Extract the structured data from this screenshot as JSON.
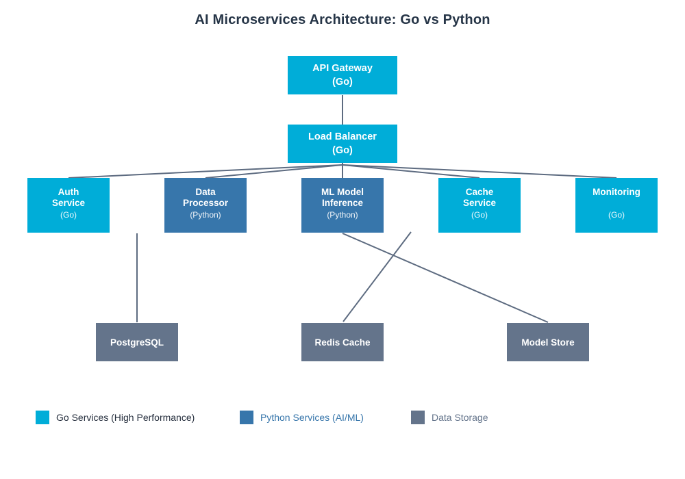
{
  "title": "AI Microservices Architecture: Go vs Python",
  "colors": {
    "go": "#00ADD8",
    "python": "#3776AB",
    "storage": "#64748B",
    "edge": "#5D6B80",
    "title_text": "#263547",
    "dark_text": "#252E3D"
  },
  "nodes": {
    "api_gateway": {
      "title": "API Gateway",
      "subtitle": "(Go)",
      "type": "go-service"
    },
    "load_balancer": {
      "title": "Load Balancer",
      "subtitle": "(Go)",
      "type": "go-service"
    },
    "auth_service": {
      "title": "Auth\nService",
      "subtitle": "(Go)",
      "type": "go-service"
    },
    "data_processor": {
      "title": "Data\nProcessor",
      "subtitle": "(Python)",
      "type": "python-service"
    },
    "ml_inference": {
      "title": "ML Model\nInference",
      "subtitle": "(Python)",
      "type": "python-service"
    },
    "cache_service": {
      "title": "Cache\nService",
      "subtitle": "(Go)",
      "type": "go-service"
    },
    "monitoring": {
      "title": "Monitoring",
      "subtitle": "(Go)",
      "type": "go-service"
    },
    "postgresql": {
      "title": "PostgreSQL",
      "type": "data-storage"
    },
    "redis_cache": {
      "title": "Redis Cache",
      "type": "data-storage"
    },
    "model_store": {
      "title": "Model Store",
      "type": "data-storage"
    }
  },
  "legend": [
    {
      "label": "Go Services (High Performance)",
      "color": "#00ADD8"
    },
    {
      "label": "Python Services (AI/ML)",
      "color": "#3776AB"
    },
    {
      "label": "Data Storage",
      "color": "#64748B"
    }
  ]
}
